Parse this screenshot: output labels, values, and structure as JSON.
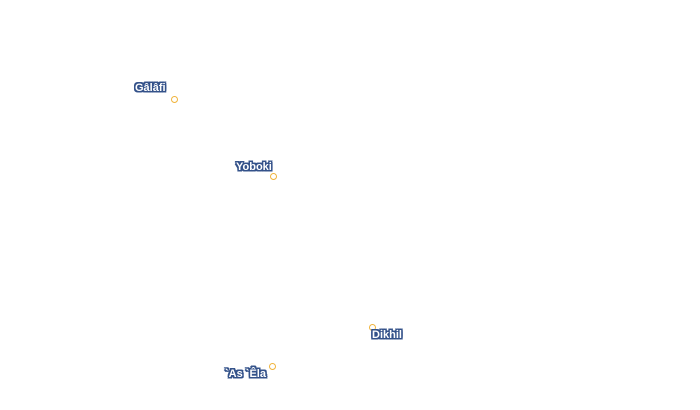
{
  "map": {
    "style": {
      "marker_color": "#f0b43c",
      "label_fill": "#ffffff",
      "label_halo": "#34528a",
      "background": "#ffffff"
    },
    "places": [
      {
        "name": "Gâlâfi"
      },
      {
        "name": "Yoboki"
      },
      {
        "name": "Dikhil"
      },
      {
        "name": "`As `Êla"
      }
    ]
  }
}
